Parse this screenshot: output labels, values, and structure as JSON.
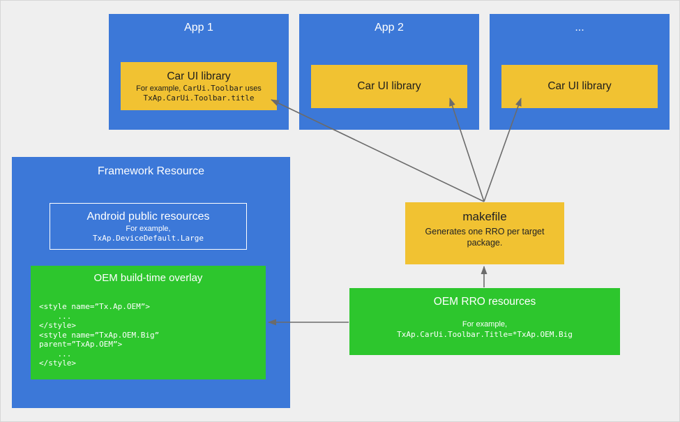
{
  "colors": {
    "app_blue": "#3c78d8",
    "library_yellow": "#f1c232",
    "overlay_green": "#2dc62d",
    "background_gray": "#efefef",
    "arrow_gray": "#6b6b6b"
  },
  "apps": [
    {
      "title": "App 1",
      "lib": {
        "title": "Car UI library",
        "example_prefix": "For example, ",
        "example_code_inline": "CarUi.Toolbar",
        "example_suffix": " uses",
        "example_code": "TxAp.CarUi.Toolbar.title"
      }
    },
    {
      "title": "App 2",
      "lib": {
        "title": "Car UI library"
      }
    },
    {
      "title": "...",
      "lib": {
        "title": "Car UI library"
      }
    }
  ],
  "framework": {
    "title": "Framework Resource",
    "public_resources": {
      "title": "Android public resources",
      "example_label": "For example,",
      "example_code": "TxAp.DeviceDefault.Large"
    },
    "overlay": {
      "title": "OEM build-time overlay",
      "code_lines": [
        "<style name=”Tx.Ap.OEM”>",
        "    ...",
        "</style>",
        "<style name=”TxAp.OEM.Big”",
        "parent=”TxAp.OEM”>",
        "    ...",
        "</style>"
      ]
    }
  },
  "makefile": {
    "title": "makefile",
    "subtitle": "Generates one RRO per target package."
  },
  "oem_rro": {
    "title": "OEM RRO resources",
    "example_label": "For example,",
    "example_code": "TxAp.CarUi.Toolbar.Title=*TxAp.OEM.Big"
  }
}
